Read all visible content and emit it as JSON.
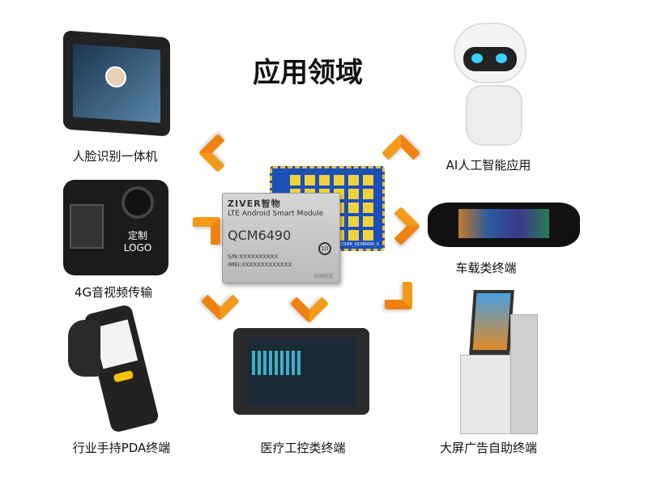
{
  "title": "应用领域",
  "module": {
    "brand": "ZIVER",
    "brand_cn": "智物",
    "subtitle": "LTE Android Smart Module",
    "model": "QCM6490",
    "sn": "S/N:XXXXXXXXXX",
    "imei": "IMEI:XXXXXXXXXXXXX",
    "made_in": "中国制造",
    "board_label": "ZIVER_QCM6490_V"
  },
  "applications": [
    {
      "label": "人脸识别一体机",
      "icon": "face-recognition-terminal"
    },
    {
      "label": "AI人工智能应用",
      "icon": "robot"
    },
    {
      "label": "4G音视频传输",
      "icon": "body-camera"
    },
    {
      "label": "车载类终端",
      "icon": "car-mirror-display"
    },
    {
      "label": "行业手持PDA终端",
      "icon": "handheld-pda"
    },
    {
      "label": "医疗工控类终端",
      "icon": "rugged-tablet"
    },
    {
      "label": "大屏广告自助终端",
      "icon": "self-service-kiosk"
    }
  ],
  "bodycam_text": "定制 LOGO",
  "colors": {
    "arrow": "#f08010",
    "board": "#1d4fb8",
    "pad": "#f0d23a"
  }
}
